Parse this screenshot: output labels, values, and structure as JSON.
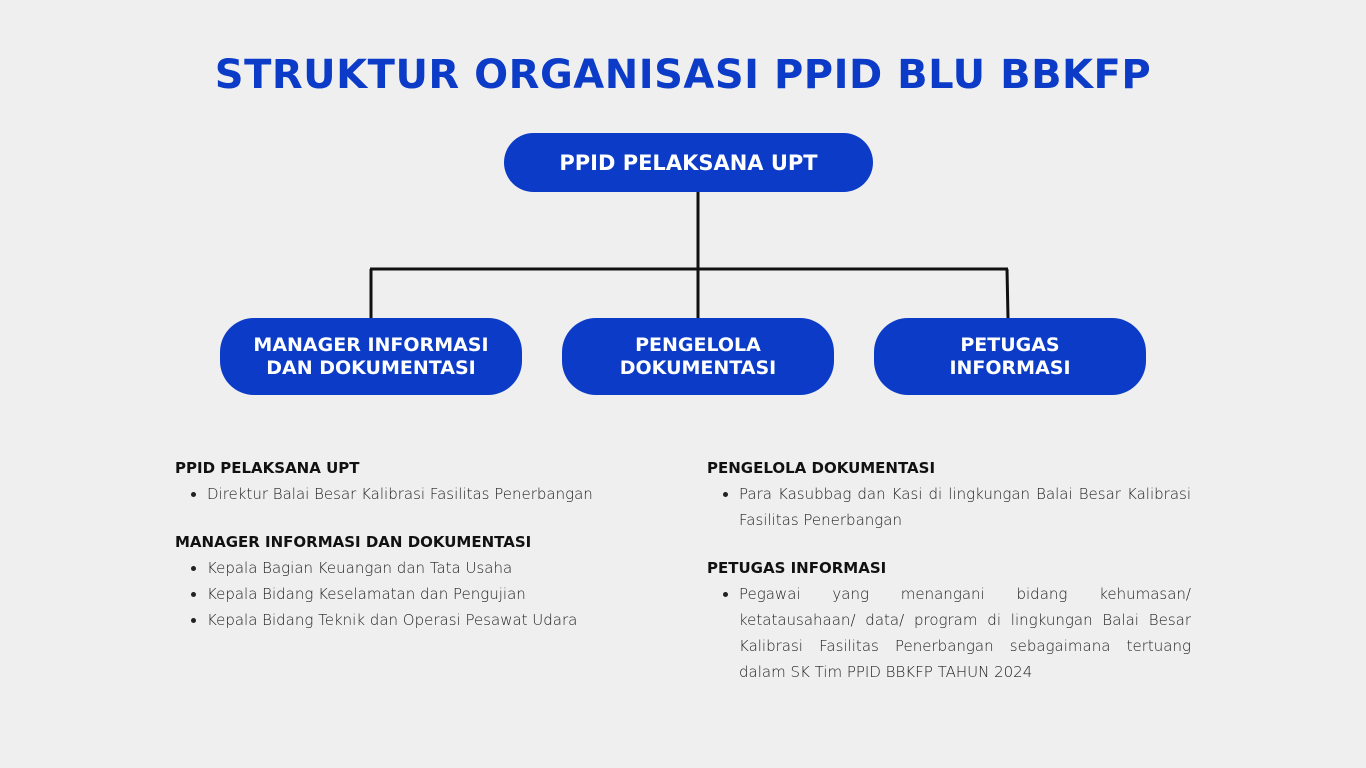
{
  "title": "STRUKTUR ORGANISASI PPID BLU BBKFP",
  "chart": {
    "root": {
      "label": "PPID PELAKSANA UPT"
    },
    "children": [
      {
        "line1": "MANAGER INFORMASI",
        "line2": "DAN DOKUMENTASI"
      },
      {
        "line1": "PENGELOLA",
        "line2": "DOKUMENTASI"
      },
      {
        "line1": "PETUGAS",
        "line2": "INFORMASI"
      }
    ]
  },
  "descriptions": {
    "ppid": {
      "heading": "PPID PELAKSANA UPT",
      "items": [
        "Direktur Balai Besar Kalibrasi Fasilitas Penerbangan"
      ]
    },
    "manager": {
      "heading": "MANAGER INFORMASI DAN DOKUMENTASI",
      "items": [
        "Kepala Bagian Keuangan dan Tata Usaha",
        "Kepala Bidang Keselamatan dan Pengujian",
        "Kepala Bidang Teknik dan Operasi Pesawat Udara"
      ]
    },
    "pengelola": {
      "heading": "PENGELOLA DOKUMENTASI",
      "items": [
        "Para Kasubbag dan Kasi di lingkungan Balai Besar Kalibrasi Fasilitas Penerbangan"
      ]
    },
    "petugas": {
      "heading": "PETUGAS INFORMASI",
      "items": [
        "Pegawai yang menangani bidang kehumasan/ ketatausahaan/ data/ program di lingkungan Balai Besar Kalibrasi Fasilitas Penerbangan sebagaimana tertuang dalam SK Tim PPID BBKFP TAHUN 2024"
      ]
    }
  },
  "colors": {
    "primary": "#0c3cc7",
    "background": "#efeff0",
    "connector": "#111111"
  }
}
